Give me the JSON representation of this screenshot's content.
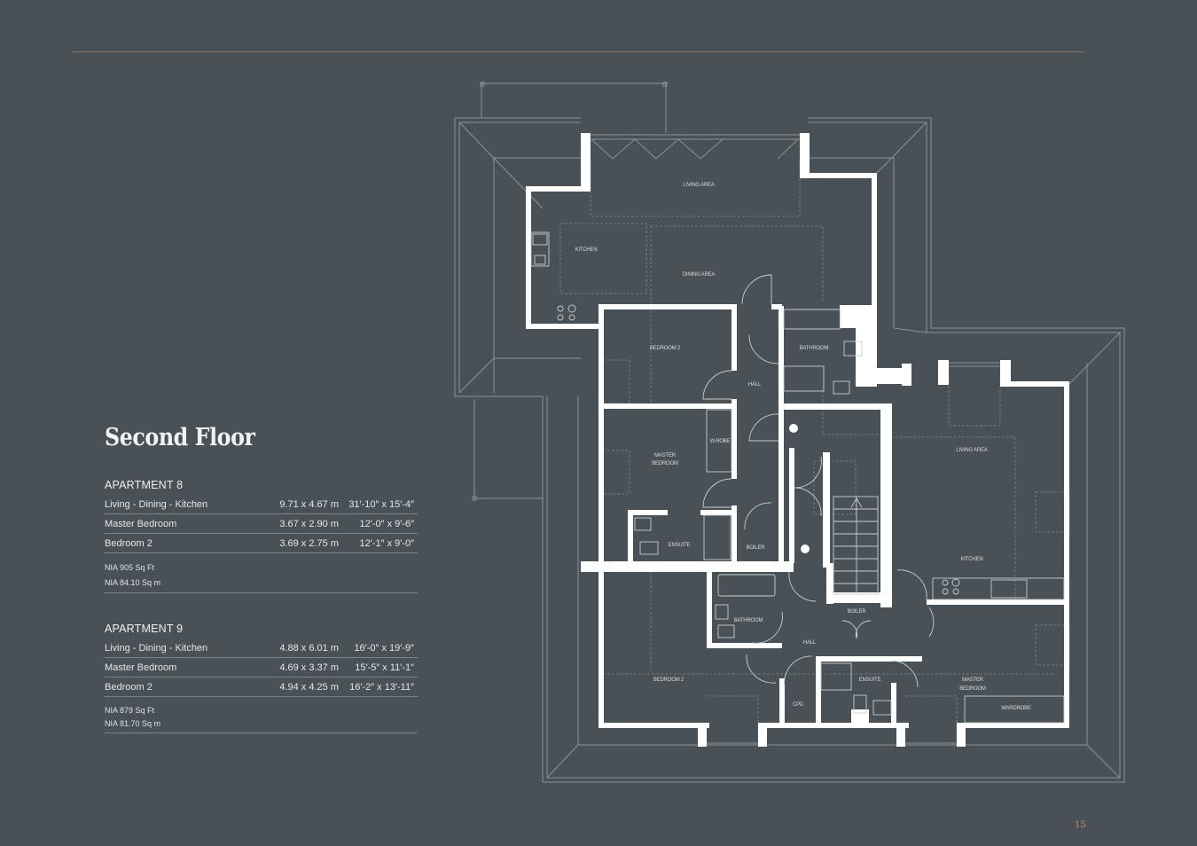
{
  "page": {
    "title": "Second Floor",
    "page_number": "15",
    "accent_color": "#c98a6e",
    "background_color": "#495056"
  },
  "apartments": [
    {
      "title": "APARTMENT 8",
      "rooms": [
        {
          "name": "Living - Dining - Kitchen",
          "metric": "9.71 x 4.67 m",
          "imperial": "31′-10″ x 15′-4″"
        },
        {
          "name": "Master Bedroom",
          "metric": "3.67 x 2.90 m",
          "imperial": "12′-0″ x 9′-6″"
        },
        {
          "name": "Bedroom 2",
          "metric": "3.69 x 2.75 m",
          "imperial": "12′-1″ x 9′-0″"
        }
      ],
      "nia_sqft": "NIA 905 Sq Ft",
      "nia_sqm": "NIA 84.10 Sq m"
    },
    {
      "title": "APARTMENT 9",
      "rooms": [
        {
          "name": "Living - Dining - Kitchen",
          "metric": "4.88 x 6.01 m",
          "imperial": "16′-0″ x 19′-9″"
        },
        {
          "name": "Master Bedroom",
          "metric": "4.69 x 3.37 m",
          "imperial": "15′-5″ x 11′-1″"
        },
        {
          "name": "Bedroom 2",
          "metric": "4.94 x 4.25 m",
          "imperial": "16′-2″ x 13′-11″"
        }
      ],
      "nia_sqft": "NIA 879 Sq Ft",
      "nia_sqm": "NIA 81.70 Sq m"
    }
  ],
  "floorplan": {
    "labels": {
      "apt8_living": "LIVING AREA",
      "apt8_kitchen": "KITCHEN",
      "apt8_dining": "DINING AREA",
      "apt8_bedroom2": "BEDROOM 2",
      "apt8_bathroom": "BATHROOM",
      "apt8_hall": "HALL",
      "apt8_wrobe": "W.ROBE",
      "apt8_master": "MASTER",
      "apt8_master2": "BEDROOM",
      "apt8_ensuite": "ENSUITE",
      "apt8_boiler": "BOILER",
      "apt9_living": "LIVING AREA",
      "apt9_kitchen": "KITCHEN",
      "apt9_boiler": "BOILER",
      "apt9_bathroom": "BATHROOM",
      "apt9_hall": "HALL",
      "apt9_bedroom2": "BEDROOM 2",
      "apt9_ensuite": "ENSUITE",
      "apt9_cpd": "CPD",
      "apt9_master": "MASTER",
      "apt9_master2": "BEDROOM",
      "apt9_wardrobe": "WARDROBE"
    }
  }
}
